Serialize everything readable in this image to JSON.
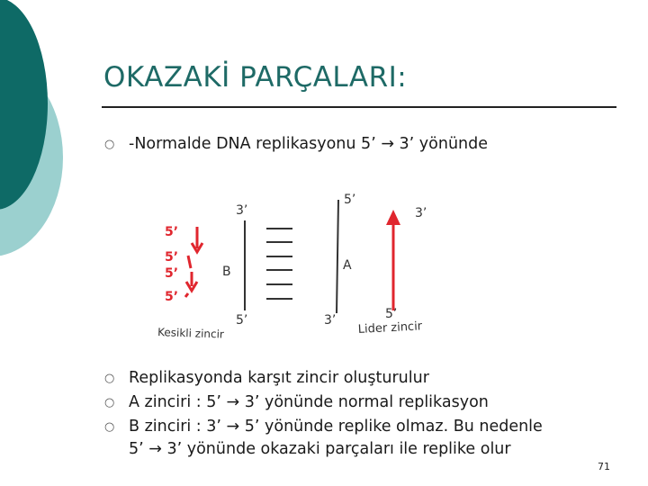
{
  "title": "OKAZAKİ PARÇALARI:",
  "bullets": [
    {
      "symbol": "○",
      "text": "-Normalde DNA replikasyonu  5’ → 3’ yönünde"
    },
    {
      "symbol": "○",
      "text": "Replikasyonda karşıt zincir oluşturulur"
    },
    {
      "symbol": "○",
      "text": "A zinciri : 5’  →   3’ yönünde  normal replikasyon"
    },
    {
      "symbol": "○",
      "text": "B zinciri  : 3’ → 5’ yönünde replike olmaz. Bu nedenle"
    },
    {
      "symbol": "",
      "text": "5’ → 3’  yönünde okazaki parçaları ile replike olur"
    }
  ],
  "diagram": {
    "okazaki_labels": [
      "5’",
      "5’",
      "5’",
      "5’"
    ],
    "strand_b_top": "3’",
    "strand_b_bottom": "5’",
    "strand_b_name": "B",
    "strand_a_top": "5’",
    "strand_a_bottom": "3’",
    "strand_a_name": "A",
    "leader_top": "3’",
    "leader_bottom": "5’",
    "lagging_caption": "Kesikli zincir",
    "leading_caption": "Lider zincir"
  },
  "page_number": "71",
  "colors": {
    "accent_dark": "#0e6a66",
    "accent_light": "#9bd0cf",
    "title": "#1e6a66",
    "red": "#e0262e"
  }
}
